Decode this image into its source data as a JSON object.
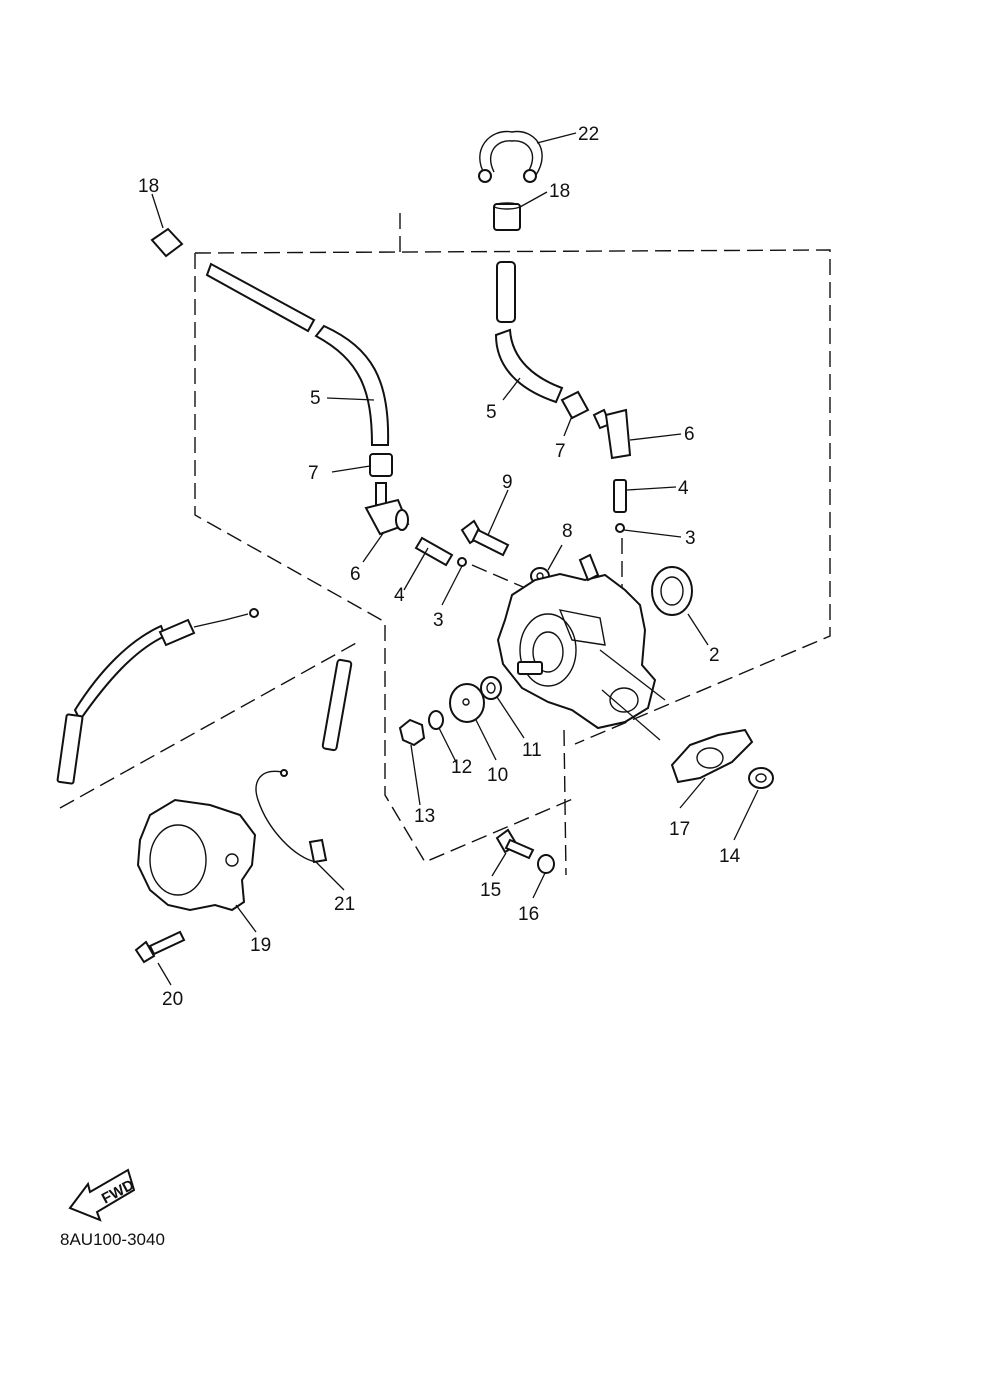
{
  "diagram": {
    "callouts": {
      "c22": "22",
      "c18a": "18",
      "c18b": "18",
      "c5a": "5",
      "c5b": "5",
      "c6a": "6",
      "c6b": "6",
      "c7a": "7",
      "c7b": "7",
      "c4a": "4",
      "c4b": "4",
      "c3a": "3",
      "c3b": "3",
      "c9": "9",
      "c8": "8",
      "c2": "2",
      "c10": "10",
      "c11": "11",
      "c12": "12",
      "c13": "13",
      "c14": "14",
      "c15": "15",
      "c16": "16",
      "c17": "17",
      "c19": "19",
      "c20": "20",
      "c21": "21"
    },
    "fwd_label": "FWD",
    "drawing_code": "8AU100-3040"
  }
}
